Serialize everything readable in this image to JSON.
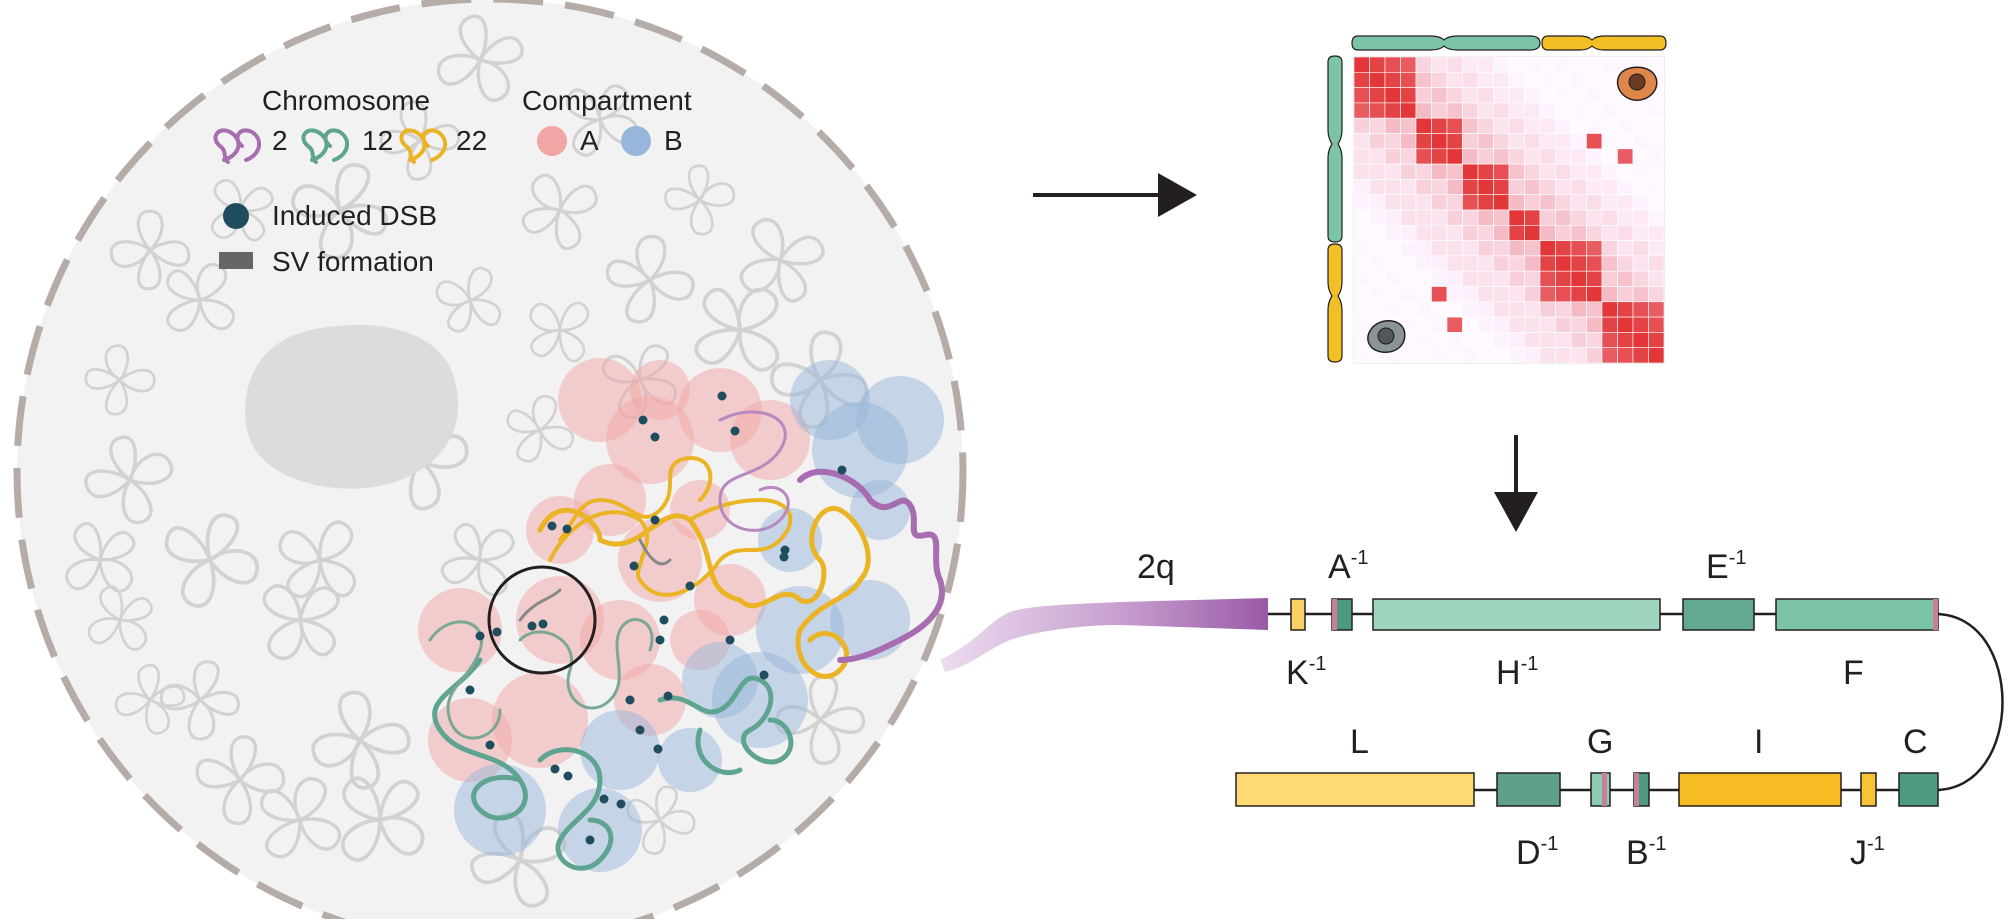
{
  "legend": {
    "chromosome_title": "Chromosome",
    "chromosomes": [
      {
        "label": "2",
        "color": "#a86cb0"
      },
      {
        "label": "12",
        "color": "#5fa491"
      },
      {
        "label": "22",
        "color": "#eab424"
      }
    ],
    "compartment_title": "Compartment",
    "compartments": [
      {
        "label": "A",
        "color": "#f2a5a5"
      },
      {
        "label": "B",
        "color": "#97b6da"
      }
    ],
    "dsb_label": "Induced DSB",
    "dsb_color": "#1f4d5e",
    "sv_label": "SV formation",
    "sv_color": "#666666"
  },
  "heatmap": {
    "top_bar_colors": [
      "#7cc4a6",
      "#f2bf24"
    ],
    "side_bar_colors": [
      "#7cc4a6",
      "#f2bf24"
    ],
    "base_color": "#e0242c"
  },
  "derivative": {
    "arm_label": "2q",
    "arm_color": "#a86cb0",
    "top_row": [
      {
        "letter": "K",
        "sup": "-1",
        "color": "#f8d066"
      },
      {
        "letter": "A",
        "sup": "-1",
        "color": "#4e9a81"
      },
      {
        "letter": "H",
        "sup": "-1",
        "color": "#9fd4bd"
      },
      {
        "letter": "E",
        "sup": "-1",
        "color": "#63a890"
      },
      {
        "letter": "F",
        "sup": "",
        "color": "#7cc4a6"
      }
    ],
    "bottom_row": [
      {
        "letter": "L",
        "sup": "",
        "color": "#ffd971"
      },
      {
        "letter": "D",
        "sup": "-1",
        "color": "#5fa08a"
      },
      {
        "letter": "G",
        "sup": "",
        "color": "#8ccdb2"
      },
      {
        "letter": "B",
        "sup": "-1",
        "color": "#4e9a81"
      },
      {
        "letter": "I",
        "sup": "",
        "color": "#f7bb24"
      },
      {
        "letter": "J",
        "sup": "-1",
        "color": "#f8c334"
      },
      {
        "letter": "C",
        "sup": "",
        "color": "#4e9a81"
      }
    ],
    "junction_color": "#c87f9a"
  }
}
